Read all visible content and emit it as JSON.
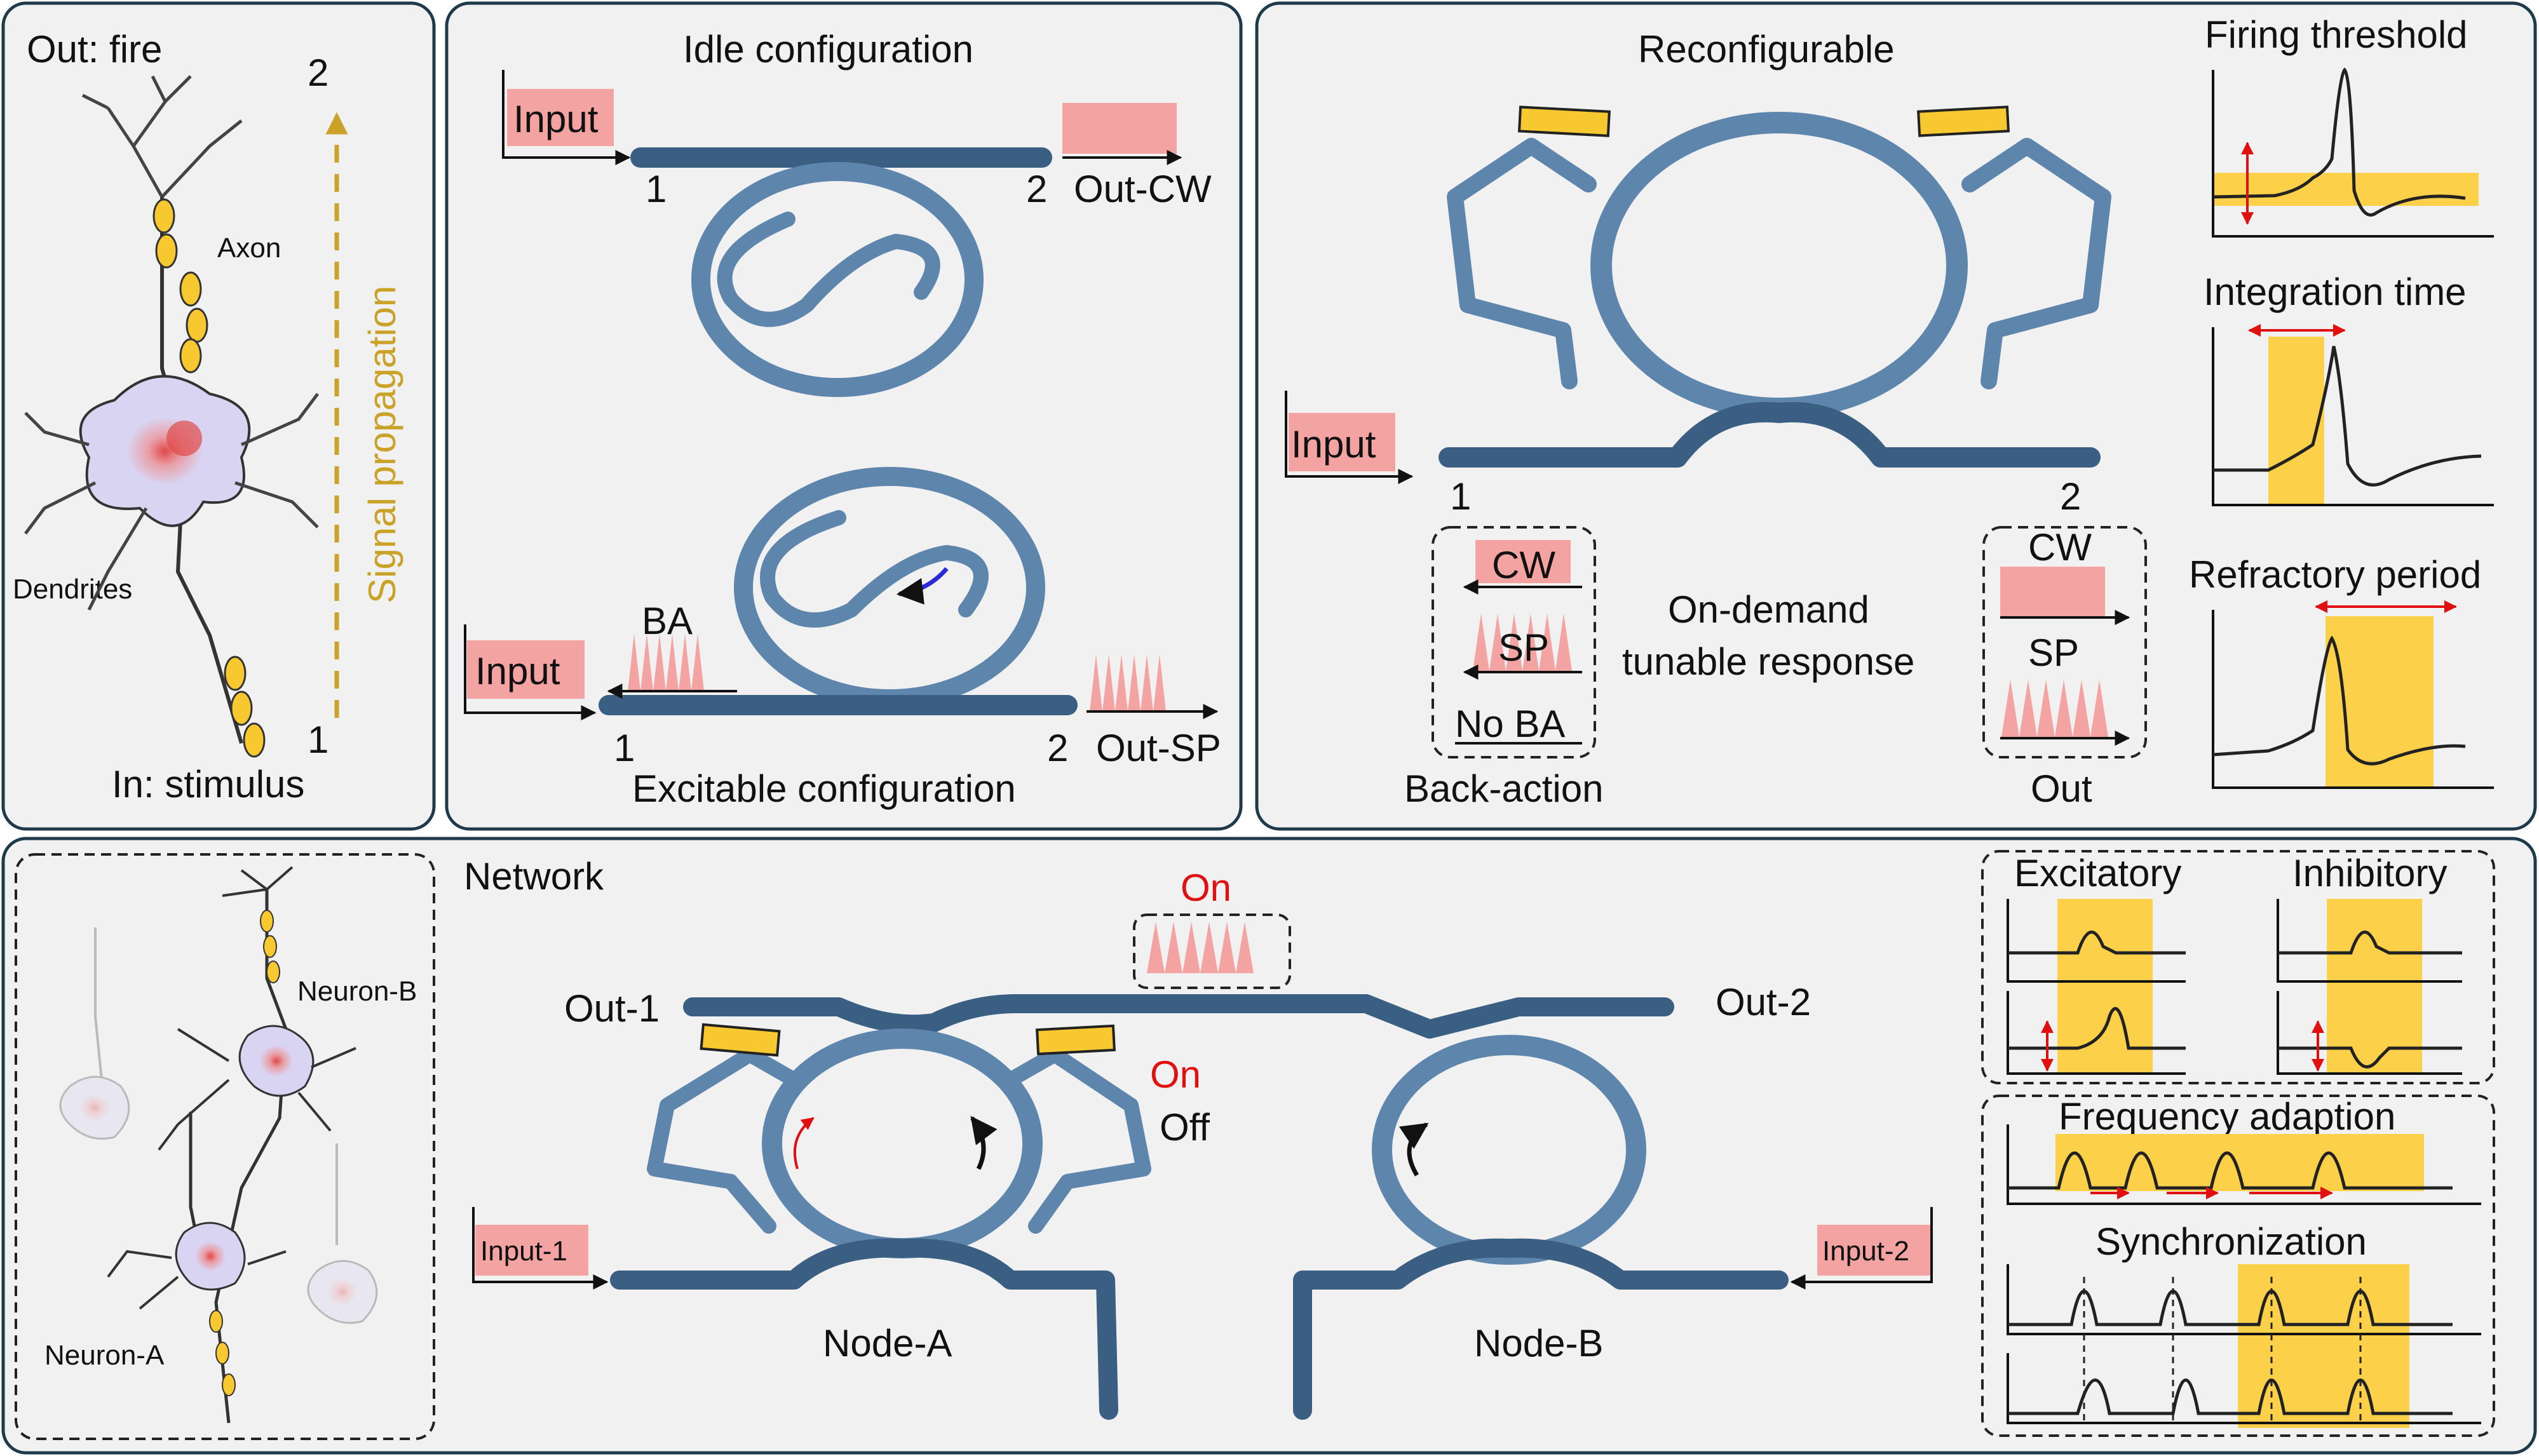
{
  "panels": {
    "neuron": {
      "out_label": "Out: fire",
      "in_label": "In: stimulus",
      "axon": "Axon",
      "dendrites": "Dendrites",
      "signal": "Signal propagation",
      "num_top": "2",
      "num_bottom": "1"
    },
    "idle": {
      "title": "Idle configuration",
      "input": "Input",
      "port1": "1",
      "port2": "2",
      "out": "Out-CW"
    },
    "excitable": {
      "title": "Excitable configuration",
      "input": "Input",
      "ba": "BA",
      "port1": "1",
      "port2": "2",
      "out": "Out-SP"
    },
    "reconfig": {
      "title": "Reconfigurable",
      "input": "Input",
      "port1": "1",
      "port2": "2",
      "ba_cw": "CW",
      "ba_sp": "SP",
      "ba_none": "No BA",
      "back_action": "Back-action",
      "center_line1": "On-demand",
      "center_line2": "tunable response",
      "out_cw": "CW",
      "out_sp": "SP",
      "out": "Out"
    },
    "properties": {
      "firing": "Firing threshold",
      "integration": "Integration time",
      "refractory": "Refractory period"
    },
    "network": {
      "title": "Network",
      "neuron_a": "Neuron-A",
      "neuron_b": "Neuron-B",
      "on_top": "On",
      "on_side": "On",
      "off_side": "Off",
      "out1": "Out-1",
      "out2": "Out-2",
      "input1": "Input-1",
      "input2": "Input-2",
      "node_a": "Node-A",
      "node_b": "Node-B"
    },
    "behaviors": {
      "excitatory": "Excitatory",
      "inhibitory": "Inhibitory",
      "frequency": "Frequency adaption",
      "sync": "Synchronization"
    }
  },
  "colors": {
    "waveguide": "#5e86ad",
    "pulse": "#f4a3a3",
    "highlight": "#fdd04a",
    "accent_red": "#e01010",
    "axon_gold": "#c9a227",
    "soma": "#d9d4f2"
  }
}
